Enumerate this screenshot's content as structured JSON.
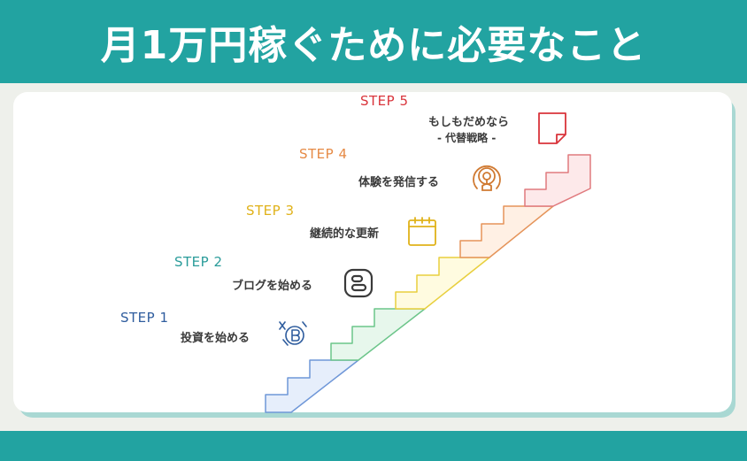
{
  "title": "月1万円稼ぐために必要なこと",
  "steps": [
    {
      "label": "STEP 1",
      "text": "投資を始める",
      "color": "#2f5d9e",
      "icon": "bitcoin-icon",
      "fill": "#e6eefb",
      "stroke": "#6f97d8"
    },
    {
      "label": "STEP 2",
      "text": "ブログを始める",
      "color": "#2a9c9a",
      "icon": "blogger-icon",
      "fill": "#e7f7ec",
      "stroke": "#6cc58a"
    },
    {
      "label": "STEP 3",
      "text": "継続的な更新",
      "color": "#e0b21a",
      "icon": "calendar-icon",
      "fill": "#fffbe0",
      "stroke": "#e8cf3e"
    },
    {
      "label": "STEP 4",
      "text": "体験を発信する",
      "color": "#e68a45",
      "icon": "broadcast-icon",
      "fill": "#fff0e4",
      "stroke": "#e5945a"
    },
    {
      "label": "STEP 5",
      "text": "もしもだめなら",
      "subtext": "- 代替戦略 -",
      "color": "#d9343b",
      "icon": "note-icon",
      "fill": "#fde9ea",
      "stroke": "#e07a7e"
    }
  ]
}
